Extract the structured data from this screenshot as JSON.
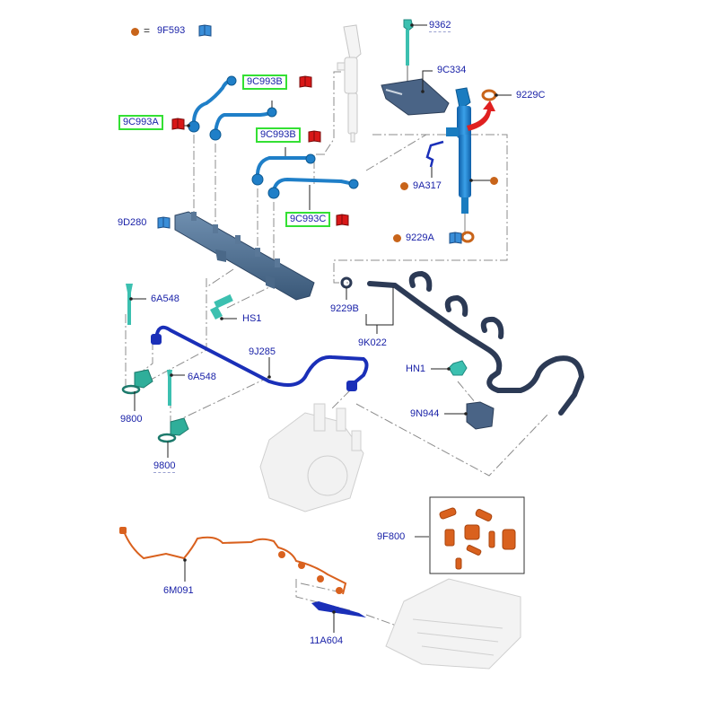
{
  "legend": {
    "symbol": "=",
    "part": "9F593",
    "marker_color": "#c8641a"
  },
  "colors": {
    "label_text": "#1a22a8",
    "highlight_box": "#34e034",
    "fuel_line_blue": "#1f7fc8",
    "supply_line_dark_blue": "#1a2fb8",
    "injector_blue": "#1a7cc0",
    "harness_orange": "#d9611e",
    "return_hose_dark": "#2c3a55",
    "bolt_teal": "#3cc0b0",
    "red_arrow": "#e02020",
    "warn_book_red": "#d81818",
    "info_book_blue": "#3a8ed8",
    "ghost_gray": "#d8d8d8"
  },
  "labels": {
    "l9362": "9362",
    "l9C334": "9C334",
    "l9229C": "9229C",
    "l9C993B_top": "9C993B",
    "l9C993A": "9C993A",
    "l9C993B_mid": "9C993B",
    "l9C993C": "9C993C",
    "l9A317": "9A317",
    "l9229A": "9229A",
    "l9D280": "9D280",
    "l6A548_top": "6A548",
    "lHS1": "HS1",
    "l9229B": "9229B",
    "l9K022": "9K022",
    "l9J285": "9J285",
    "lHN1": "HN1",
    "l6A548_mid": "6A548",
    "l9N944": "9N944",
    "l9800_a": "9800",
    "l9800_b": "9800",
    "l9F800": "9F800",
    "l6M091": "6M091",
    "l11A604": "11A604"
  }
}
